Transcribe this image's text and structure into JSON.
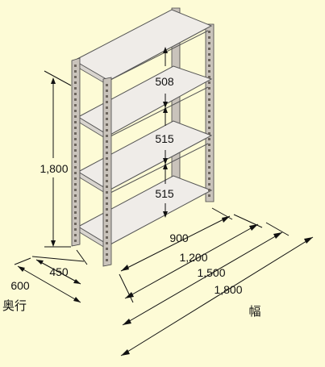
{
  "height_label": "1,800",
  "shelf_gaps": [
    "508",
    "515",
    "515"
  ],
  "widths": [
    "900",
    "1,200",
    "1,500",
    "1,800"
  ],
  "depths": [
    "450",
    "600"
  ],
  "depth_caption": "奥行",
  "width_caption": "幅",
  "colors": {
    "background": "#fdfbd6",
    "shelf": "#efece8",
    "post": "#c9c3bb",
    "line": "#111111"
  }
}
